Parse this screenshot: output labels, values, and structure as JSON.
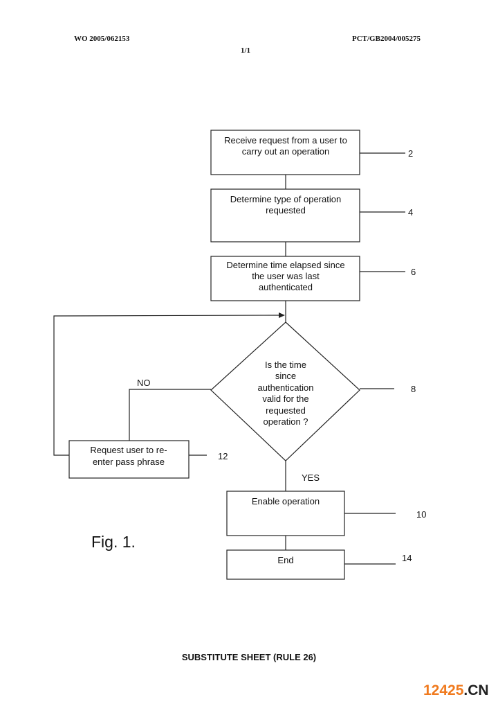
{
  "header": {
    "publication_number": "WO 2005/062153",
    "application_number": "PCT/GB2004/005275",
    "sheet_number": "1/1"
  },
  "flowchart": {
    "figure_label": "Fig. 1.",
    "steps": [
      {
        "ref": "2",
        "lines": [
          "Receive request from a user to",
          "carry out an operation"
        ]
      },
      {
        "ref": "4",
        "lines": [
          "Determine type of operation",
          "requested"
        ]
      },
      {
        "ref": "6",
        "lines": [
          "Determine time elapsed since",
          "the user was last",
          "authenticated"
        ]
      },
      {
        "ref": "8",
        "lines": [
          "Is the time",
          "since",
          "authentication",
          "valid for the",
          "requested",
          "operation ?"
        ]
      },
      {
        "ref": "12",
        "lines": [
          "Request user to re-",
          "enter pass phrase"
        ]
      },
      {
        "ref": "10",
        "lines": [
          "Enable operation"
        ]
      },
      {
        "ref": "14",
        "lines": [
          "End"
        ]
      }
    ],
    "branch_labels": {
      "no": "NO",
      "yes": "YES"
    }
  },
  "footer": {
    "text": "SUBSTITUTE SHEET (RULE 26)"
  },
  "watermark": {
    "number": "12425",
    "domain": ".CN",
    "number_color": "#f07a1e"
  }
}
